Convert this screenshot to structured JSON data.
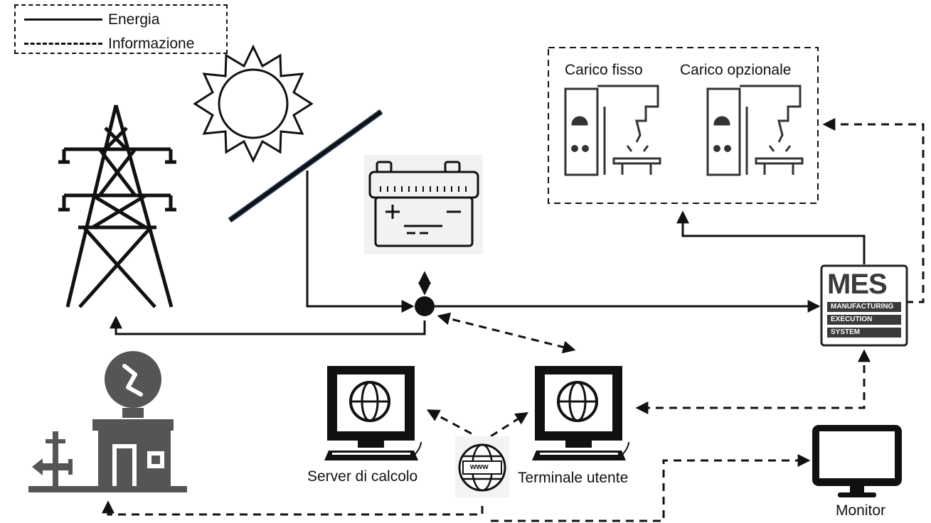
{
  "legend": {
    "energy_label": "Energia",
    "information_label": "Informazione"
  },
  "loads": {
    "fixed_label": "Carico fisso",
    "optional_label": "Carico opzionale"
  },
  "mes": {
    "title": "MES",
    "line1": "MANUFACTURING",
    "line2": "EXECUTION",
    "line3": "SYSTEM"
  },
  "computers": {
    "server_label": "Server di calcolo",
    "terminal_label": "Terminale utente"
  },
  "monitor": {
    "label": "Monitor"
  },
  "internet": {
    "www_label": "www"
  },
  "colors": {
    "line": "#111111",
    "icon_dark": "#333333",
    "icon_gray": "#555555",
    "panel_edge": "#2b4a6f"
  }
}
